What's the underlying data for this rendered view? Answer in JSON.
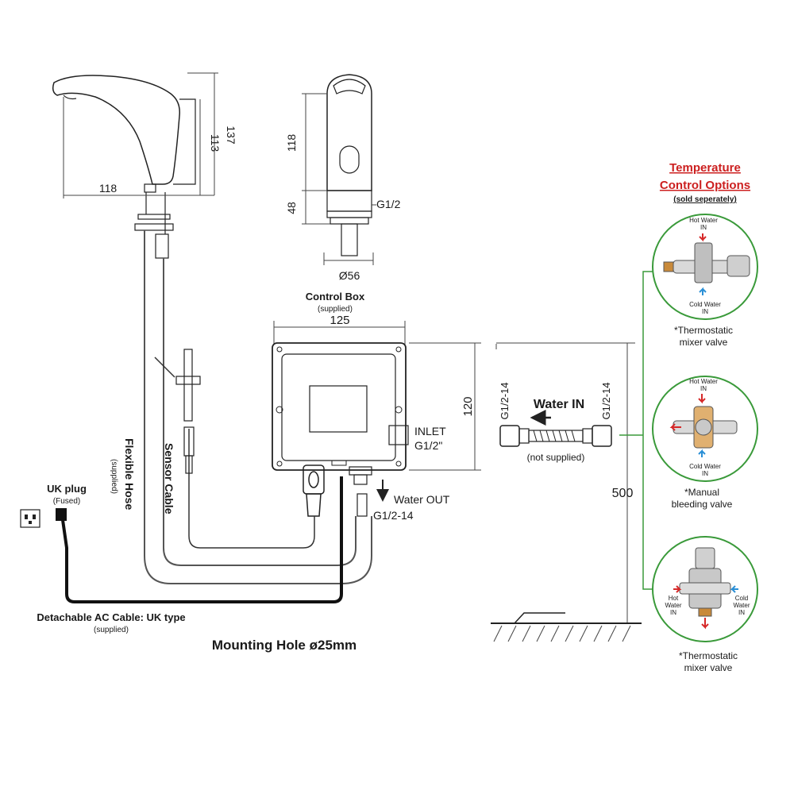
{
  "colors": {
    "line": "#222222",
    "hose": "#555555",
    "green": "#3a9a3a",
    "red_title": "#cc1f1f",
    "hot": "#d62828",
    "cold": "#2a8fd6"
  },
  "faucet_side": {
    "width": "118",
    "height_body": "113",
    "height_total": "137"
  },
  "faucet_front": {
    "height_body": "118",
    "height_shank": "48",
    "thread": "G1/2",
    "diameter": "Ø56"
  },
  "control_box": {
    "title": "Control Box",
    "supplied": "(supplied)",
    "width": "125",
    "height": "120",
    "inlet_line1": "INLET",
    "inlet_line2": "G1/2\"",
    "water_out": "Water OUT",
    "out_thread": "G1/2-14"
  },
  "hoses": {
    "flexible_hose": "Flexible Hose",
    "flexible_supplied": "(supplied)",
    "sensor_cable": "Sensor Cable"
  },
  "plug": {
    "label": "UK plug",
    "sub": "(Fused)"
  },
  "ac_cable": {
    "label": "Detachable AC Cable: UK type",
    "sub": "(supplied)"
  },
  "mounting_hole": "Mounting Hole ø25mm",
  "water_in": {
    "label": "Water IN",
    "thread_left": "G1/2-14",
    "thread_right": "G1/2-14",
    "note": "(not supplied)",
    "height": "500"
  },
  "temperature": {
    "title_line1": "Temperature",
    "title_line2": "Control Options",
    "sub": "(sold seperately)",
    "options": [
      {
        "hot_line1": "Hot Water",
        "hot_line2": "IN",
        "cold_line1": "Cold Water",
        "cold_line2": "IN",
        "caption_line1": "*Thermostatic",
        "caption_line2": "mixer valve"
      },
      {
        "hot_line1": "Hot Water",
        "hot_line2": "IN",
        "cold_line1": "Cold Water",
        "cold_line2": "IN",
        "caption_line1": "*Manual",
        "caption_line2": "bleeding valve"
      },
      {
        "hot_line1": "Hot",
        "hot_line2": "Water",
        "hot_line3": "IN",
        "cold_line1": "Cold",
        "cold_line2": "Water",
        "cold_line3": "IN",
        "caption_line1": "*Thermostatic",
        "caption_line2": "mixer valve"
      }
    ]
  }
}
